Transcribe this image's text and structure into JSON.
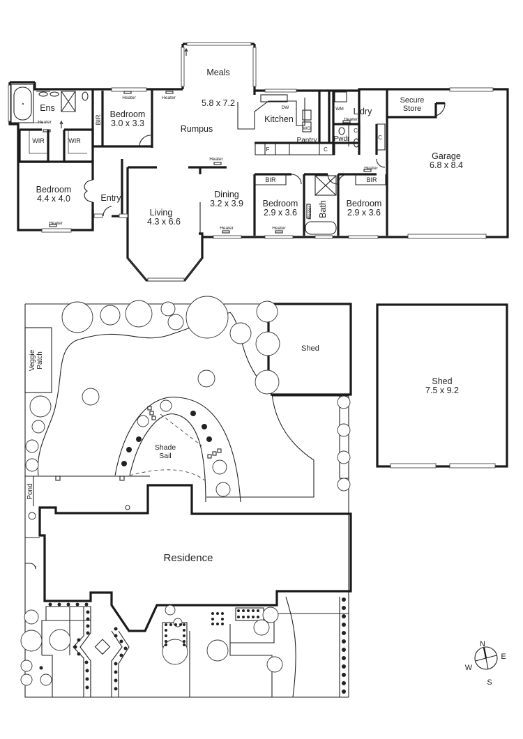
{
  "floor_plan": {
    "rooms": {
      "ensuite": {
        "name": "Ens"
      },
      "wir_left": {
        "name": "WIR"
      },
      "wir_right": {
        "name": "WIR"
      },
      "master_bedroom": {
        "name": "Bedroom",
        "size": "4.4 x 4.0"
      },
      "bedroom_2": {
        "name": "Bedroom",
        "size": "3.0 x 3.3"
      },
      "bir_vertical": {
        "name": "BIR"
      },
      "entry": {
        "name": "Entry"
      },
      "meals": {
        "name": "Meals",
        "size": "5.8 x 7.2"
      },
      "rumpus": {
        "name": "Rumpus"
      },
      "kitchen": {
        "name": "Kitchen"
      },
      "pantry": {
        "name": "Pantry"
      },
      "living": {
        "name": "Living",
        "size": "4.3 x 6.6"
      },
      "dining": {
        "name": "Dining",
        "size": "3.2 x 3.9"
      },
      "bedroom_3": {
        "name": "Bedroom",
        "size": "2.9 x 3.6"
      },
      "bedroom_4": {
        "name": "Bedroom",
        "size": "2.9 x 3.6"
      },
      "bir_3": {
        "name": "BIR"
      },
      "bir_4": {
        "name": "BIR"
      },
      "bath": {
        "name": "Bath"
      },
      "laundry": {
        "name": "L'dry"
      },
      "powder": {
        "name": "Pwdr"
      },
      "secure_store": {
        "name": "Secure",
        "name2": "Store"
      },
      "garage": {
        "name": "Garage",
        "size": "6.8 x 8.4"
      }
    },
    "fixtures": {
      "heater": "Heater",
      "dishwasher": "DW",
      "wall_oven": "WO",
      "fridge": "F",
      "cupboard": "C",
      "washing_machine": "WM"
    }
  },
  "site_plan": {
    "veggie_patch": {
      "name1": "Veggie",
      "name2": "Patch"
    },
    "shed_small": {
      "name": "Shed"
    },
    "shed_large": {
      "name": "Shed",
      "size": "7.5 x 9.2"
    },
    "shade_sail": {
      "name1": "Shade",
      "name2": "Sail"
    },
    "pond": {
      "name": "Pond"
    },
    "residence": {
      "name": "Residence"
    }
  },
  "compass": {
    "n": "N",
    "e": "E",
    "s": "S",
    "w": "W"
  }
}
